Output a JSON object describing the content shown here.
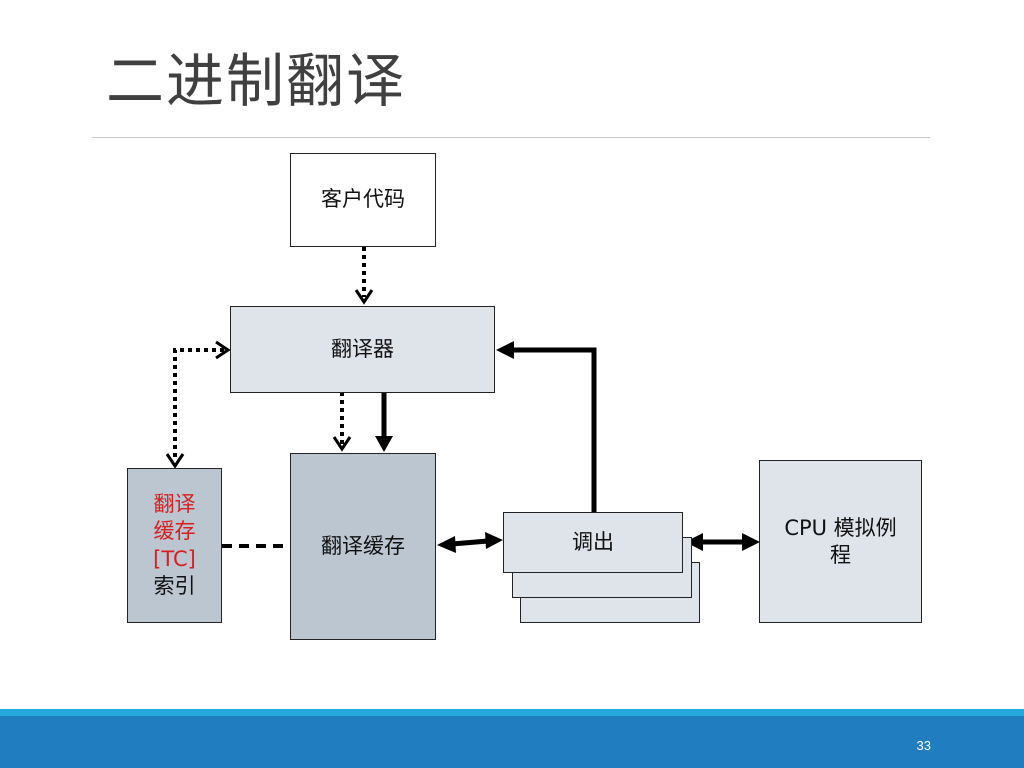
{
  "slide": {
    "title": "二进制翻译",
    "page_number": "33"
  },
  "diagram": {
    "guest_code": "客户代码",
    "translator": "翻译器",
    "translation_cache": "翻译缓存",
    "tc_index": {
      "line1": "翻译",
      "line2": "缓存",
      "line3": "[TC]",
      "line4": "索引"
    },
    "dispatch": "调出",
    "cpu_emulation": {
      "line1": "CPU 模拟例",
      "line2": "程"
    }
  },
  "colors": {
    "box_light": "#dfe3ea",
    "box_mid": "#bcc6d0",
    "footer_bar": "#1f7dc0",
    "footer_stripe": "#26a9dc",
    "index_text_red": "#d71f1f"
  }
}
